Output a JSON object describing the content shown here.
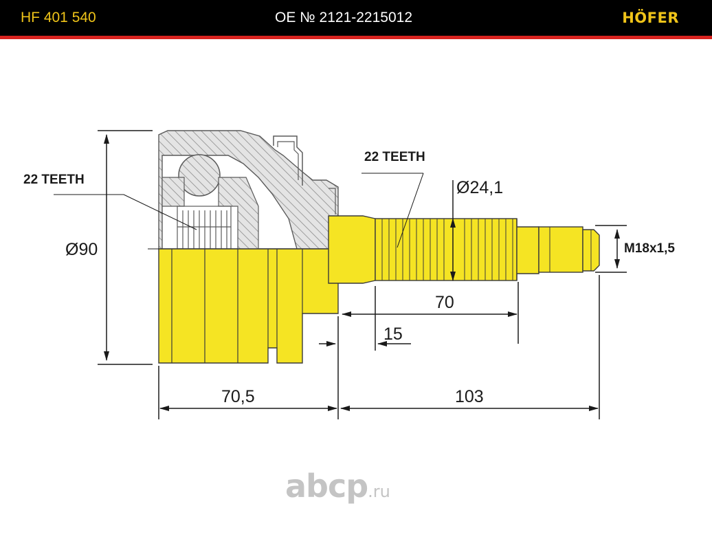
{
  "header": {
    "part_number": "HF 401 540",
    "oe_number": "OE № 2121-2215012",
    "brand": "HÖFER"
  },
  "drawing": {
    "outer_teeth_label": "22 TEETH",
    "inner_teeth_label": "22 TEETH",
    "outer_diameter": "Ø90",
    "shaft_diameter": "Ø24,1",
    "thread": "M18x1,5",
    "spline_length": "70",
    "shoulder_length": "15",
    "housing_length": "70,5",
    "shaft_length": "103"
  },
  "colors": {
    "accent_yellow": "#f0c419",
    "part_yellow": "#f5e423",
    "header_red": "#d8231f",
    "hatch_gray": "#9a9a9a"
  },
  "watermark": {
    "brand": "abcp",
    "suffix": ".ru"
  }
}
